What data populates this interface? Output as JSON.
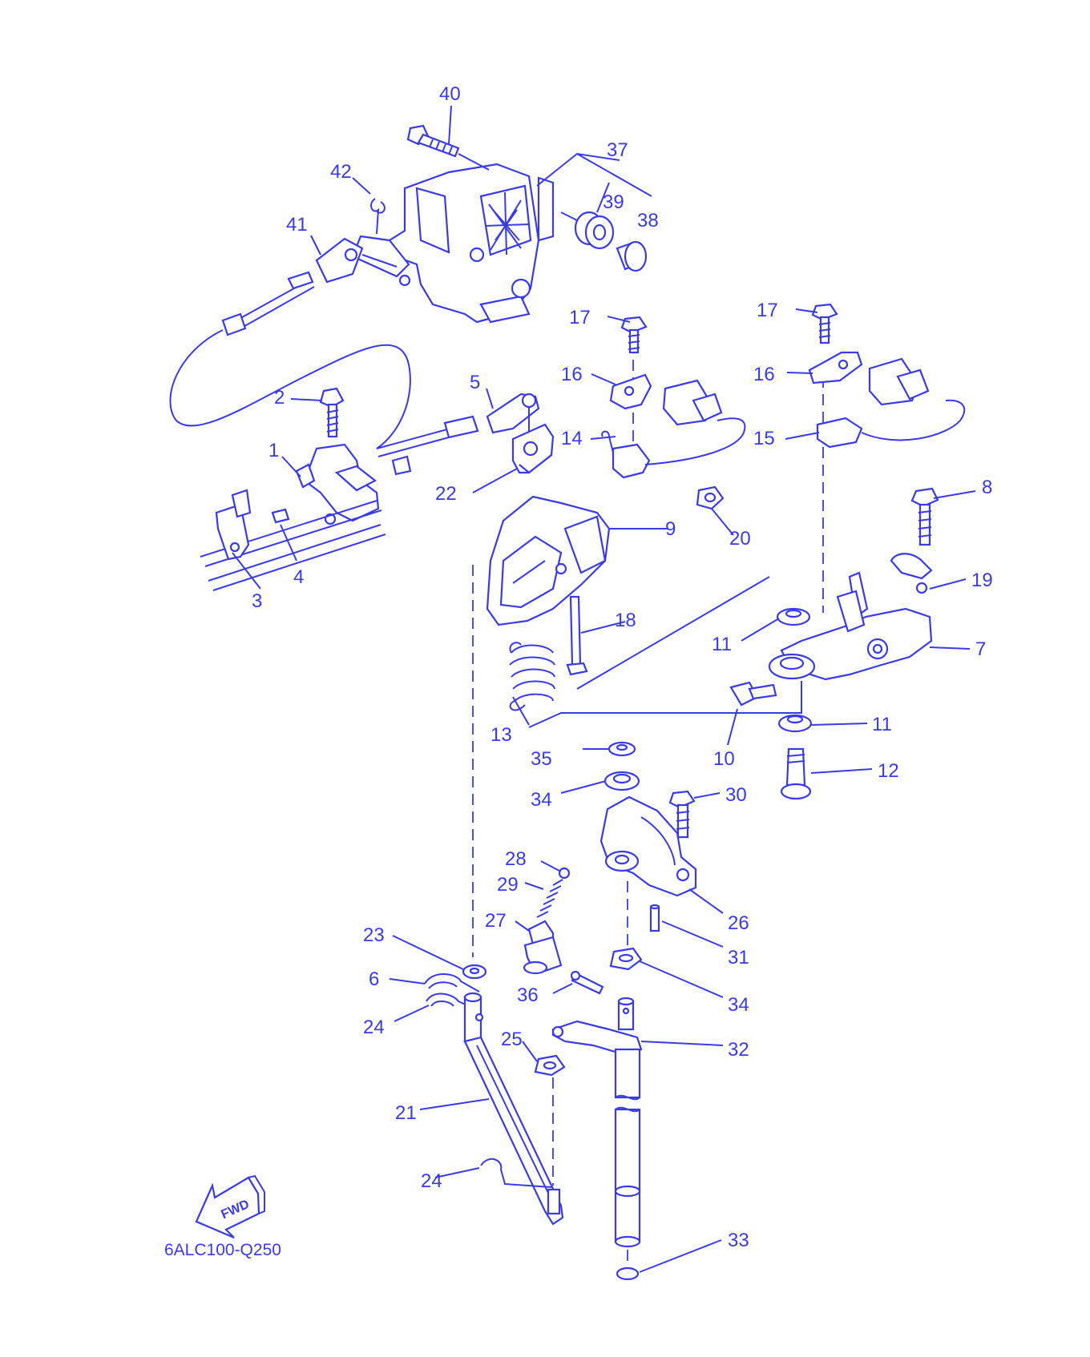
{
  "ink_color": "#3a3ae8",
  "fwd_label": "FWD",
  "diagram_code": "6ALC100-Q250",
  "callouts": [
    {
      "id": "40",
      "text": "40"
    },
    {
      "id": "37",
      "text": "37"
    },
    {
      "id": "42",
      "text": "42"
    },
    {
      "id": "39",
      "text": "39"
    },
    {
      "id": "38",
      "text": "38"
    },
    {
      "id": "41",
      "text": "41"
    },
    {
      "id": "17a",
      "text": "17"
    },
    {
      "id": "17b",
      "text": "17"
    },
    {
      "id": "16a",
      "text": "16"
    },
    {
      "id": "16b",
      "text": "16"
    },
    {
      "id": "5",
      "text": "5"
    },
    {
      "id": "2",
      "text": "2"
    },
    {
      "id": "14",
      "text": "14"
    },
    {
      "id": "15",
      "text": "15"
    },
    {
      "id": "1",
      "text": "1"
    },
    {
      "id": "22",
      "text": "22"
    },
    {
      "id": "8",
      "text": "8"
    },
    {
      "id": "9",
      "text": "9"
    },
    {
      "id": "20",
      "text": "20"
    },
    {
      "id": "4",
      "text": "4"
    },
    {
      "id": "3",
      "text": "3"
    },
    {
      "id": "19",
      "text": "19"
    },
    {
      "id": "18",
      "text": "18"
    },
    {
      "id": "11a",
      "text": "11"
    },
    {
      "id": "7",
      "text": "7"
    },
    {
      "id": "13",
      "text": "13"
    },
    {
      "id": "11b",
      "text": "11"
    },
    {
      "id": "10",
      "text": "10"
    },
    {
      "id": "35",
      "text": "35"
    },
    {
      "id": "12",
      "text": "12"
    },
    {
      "id": "34a",
      "text": "34"
    },
    {
      "id": "30",
      "text": "30"
    },
    {
      "id": "28",
      "text": "28"
    },
    {
      "id": "29",
      "text": "29"
    },
    {
      "id": "27",
      "text": "27"
    },
    {
      "id": "26",
      "text": "26"
    },
    {
      "id": "31",
      "text": "31"
    },
    {
      "id": "23",
      "text": "23"
    },
    {
      "id": "6",
      "text": "6"
    },
    {
      "id": "36",
      "text": "36"
    },
    {
      "id": "34b",
      "text": "34"
    },
    {
      "id": "24a",
      "text": "24"
    },
    {
      "id": "25",
      "text": "25"
    },
    {
      "id": "32",
      "text": "32"
    },
    {
      "id": "21",
      "text": "21"
    },
    {
      "id": "24b",
      "text": "24"
    },
    {
      "id": "33",
      "text": "33"
    }
  ]
}
